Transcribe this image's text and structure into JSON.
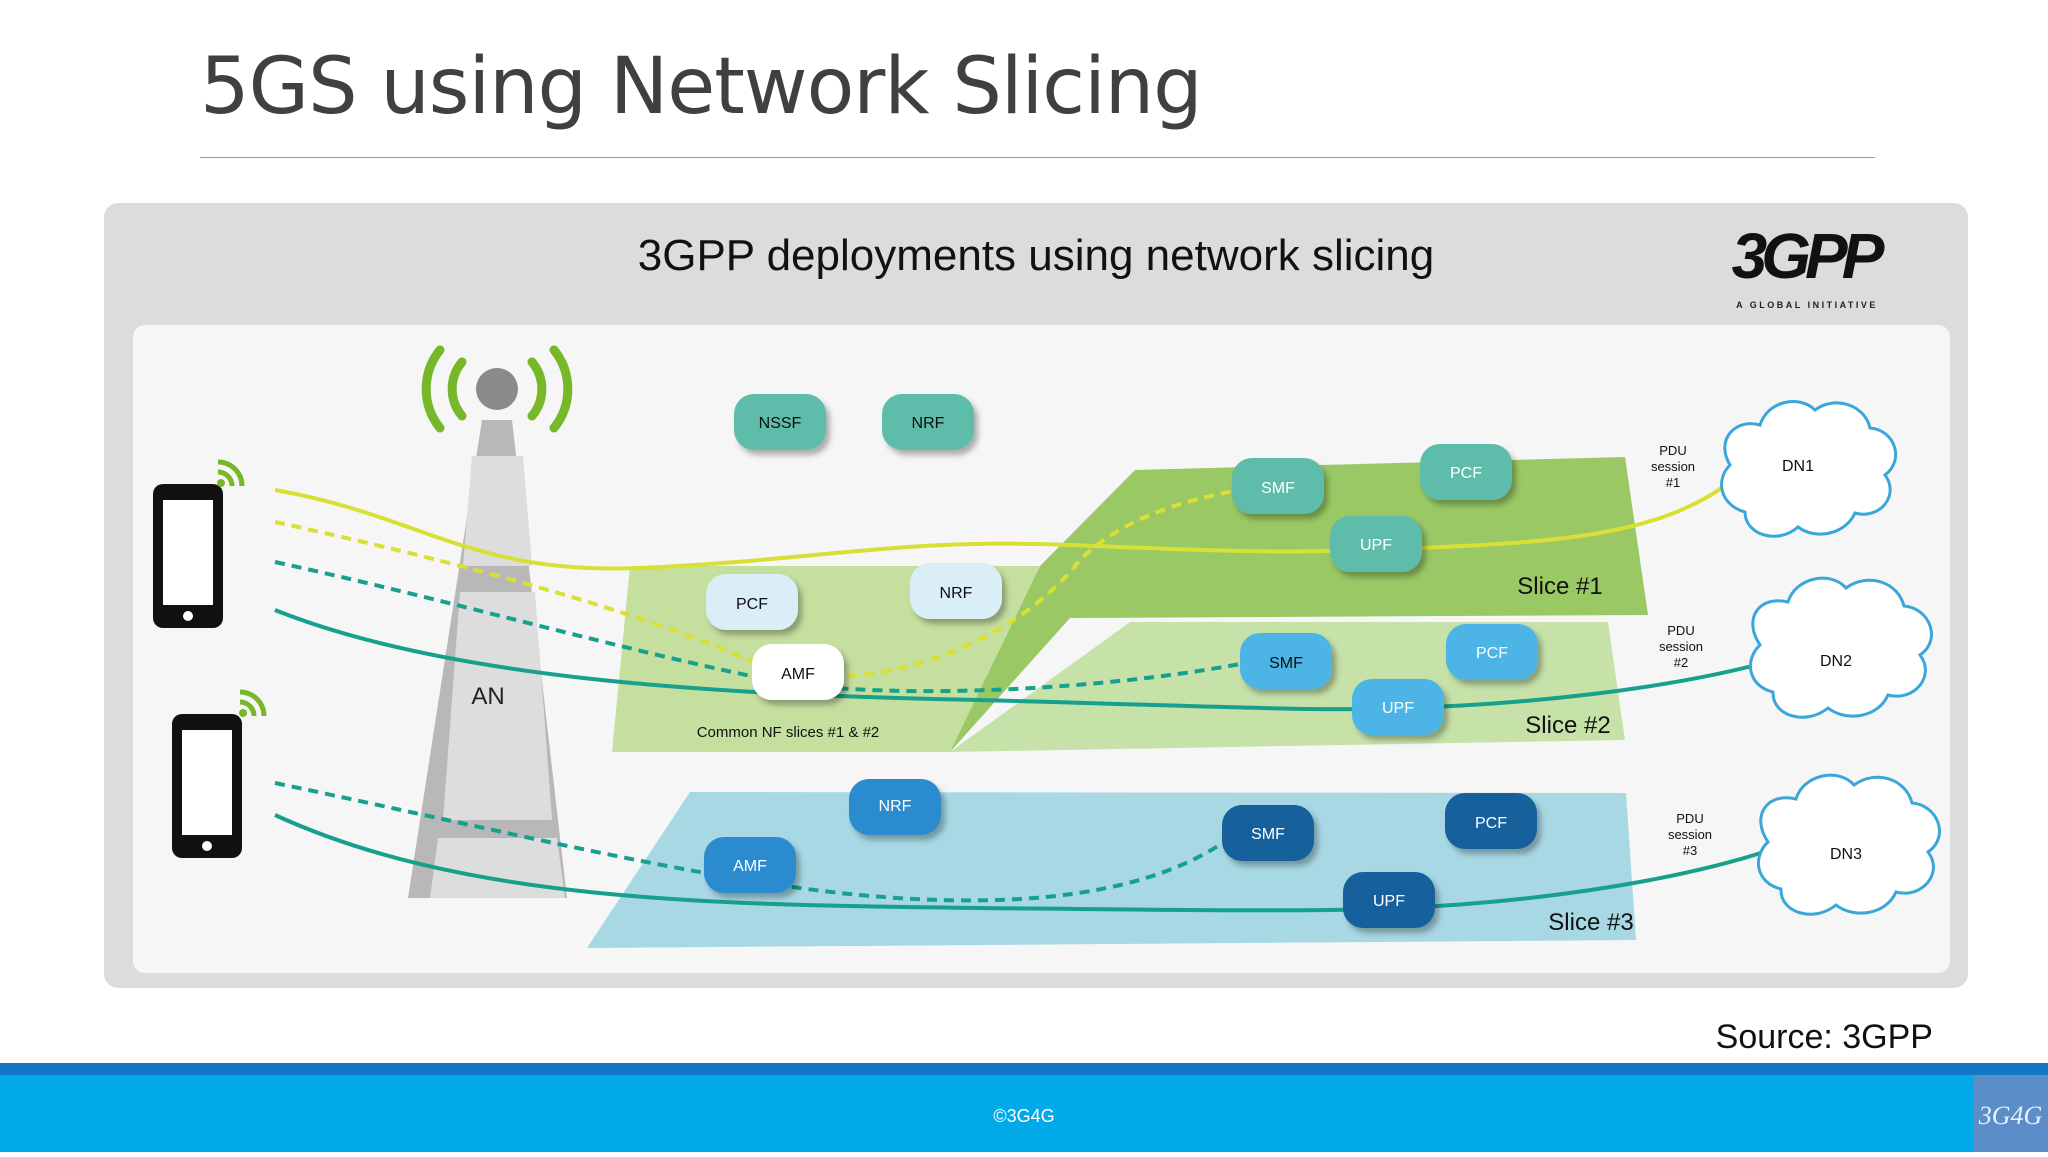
{
  "slide": {
    "title": "5GS using Network Slicing",
    "source": "Source: 3GPP",
    "footer_copyright": "©3G4G",
    "footer_logo": "3G4G"
  },
  "diagram": {
    "title": "3GPP deployments using network slicing",
    "logo": {
      "text": "3GPP",
      "tagline": "A GLOBAL INITIATIVE"
    },
    "access_node": "AN",
    "top_functions": [
      "NSSF",
      "NRF"
    ],
    "common_slice": {
      "label": "Common NF slices #1 & #2",
      "functions": [
        "PCF",
        "NRF",
        "AMF"
      ]
    },
    "slices": [
      {
        "label": "Slice #1",
        "functions": [
          "SMF",
          "PCF",
          "UPF"
        ],
        "pdu": [
          "PDU",
          "session",
          "#1"
        ],
        "dn": "DN1"
      },
      {
        "label": "Slice #2",
        "functions": [
          "SMF",
          "PCF",
          "UPF"
        ],
        "pdu": [
          "PDU",
          "session",
          "#2"
        ],
        "dn": "DN2"
      },
      {
        "label": "Slice #3",
        "functions": [
          "NRF",
          "AMF",
          "SMF",
          "PCF",
          "UPF"
        ],
        "pdu": [
          "PDU",
          "session",
          "#3"
        ],
        "dn": "DN3"
      }
    ]
  },
  "colors": {
    "teal_nf": "#5dbcaa",
    "light_blue_nf": "#d9eef7",
    "blue_nf": "#4db4e6",
    "dark_blue_nf": "#16619c",
    "slice1_plane": "#8bc34a",
    "slice2_plane": "#c2e0a2",
    "slice3_plane": "#a8d9e4",
    "footer": "#02a9e8"
  }
}
